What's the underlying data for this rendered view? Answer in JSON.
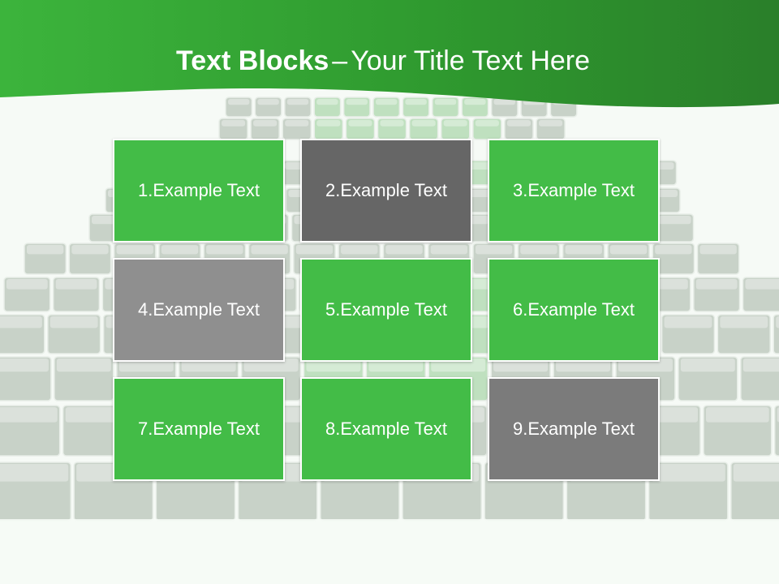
{
  "title": {
    "bold": "Text Blocks",
    "separator": "–",
    "rest": "Your Title Text Here"
  },
  "colors": {
    "header_green_dark": "#2a8a2a",
    "header_green_light": "#3fb53f",
    "block_green": "#43bc47",
    "block_dark_gray": "#666666",
    "block_mid_gray": "#8f8f8f",
    "block_gray": "#7b7b7b",
    "cube_gray": "#c8d2c8",
    "cube_green": "#bfe0bf",
    "background": "#f6faf6"
  },
  "blocks": [
    {
      "label": "1.Example Text",
      "color": "#43bc47"
    },
    {
      "label": "2.Example Text",
      "color": "#666666"
    },
    {
      "label": "3.Example Text",
      "color": "#43bc47"
    },
    {
      "label": "4.Example Text",
      "color": "#8f8f8f"
    },
    {
      "label": "5.Example Text",
      "color": "#43bc47"
    },
    {
      "label": "6.Example Text",
      "color": "#43bc47"
    },
    {
      "label": "7.Example Text",
      "color": "#43bc47"
    },
    {
      "label": "8.Example Text",
      "color": "#43bc47"
    },
    {
      "label": "9.Example Text",
      "color": "#7b7b7b"
    }
  ]
}
